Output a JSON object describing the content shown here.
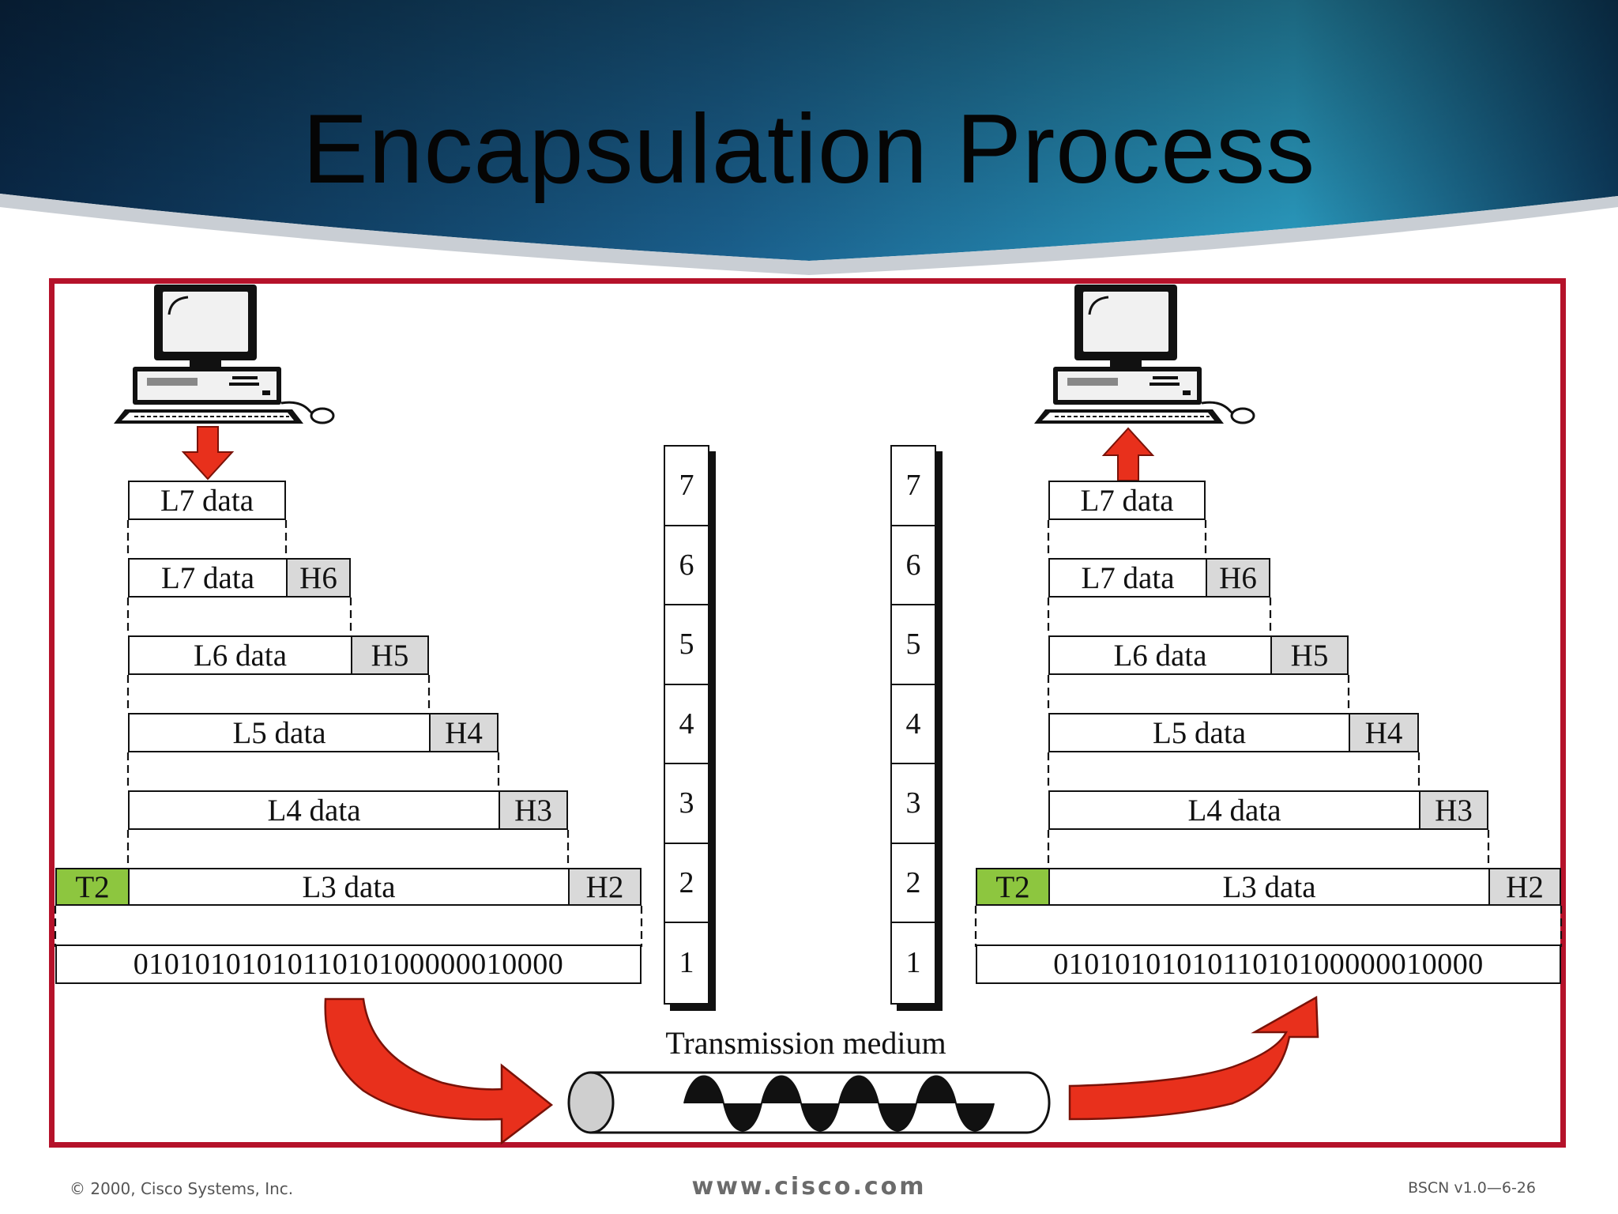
{
  "slide": {
    "title": "Encapsulation Process",
    "colors": {
      "frame": "#b5122a",
      "header_fill": "#d9d9d9",
      "trailer_fill": "#8dc63f",
      "arrow_red": "#e8301c"
    }
  },
  "sender_stack": {
    "rows": [
      {
        "data": "L7 data"
      },
      {
        "data": "L7 data",
        "header": "H6"
      },
      {
        "data": "L6 data",
        "header": "H5"
      },
      {
        "data": "L5 data",
        "header": "H4"
      },
      {
        "data": "L4 data",
        "header": "H3"
      },
      {
        "trailer": "T2",
        "data": "L3 data",
        "header": "H2"
      }
    ],
    "bits": "0101010101011010100000010000"
  },
  "receiver_stack": {
    "rows": [
      {
        "data": "L7 data"
      },
      {
        "data": "L7 data",
        "header": "H6"
      },
      {
        "data": "L6 data",
        "header": "H5"
      },
      {
        "data": "L5 data",
        "header": "H4"
      },
      {
        "data": "L4 data",
        "header": "H3"
      },
      {
        "trailer": "T2",
        "data": "L3 data",
        "header": "H2"
      }
    ],
    "bits": "0101010101011010100000010000"
  },
  "layers": [
    "7",
    "6",
    "5",
    "4",
    "3",
    "2",
    "1"
  ],
  "medium": {
    "label": "Transmission medium"
  },
  "footer": {
    "copyright": "© 2000, Cisco Systems, Inc.",
    "website": "www.cisco.com",
    "slide_ref": "BSCN v1.0—6-26"
  }
}
